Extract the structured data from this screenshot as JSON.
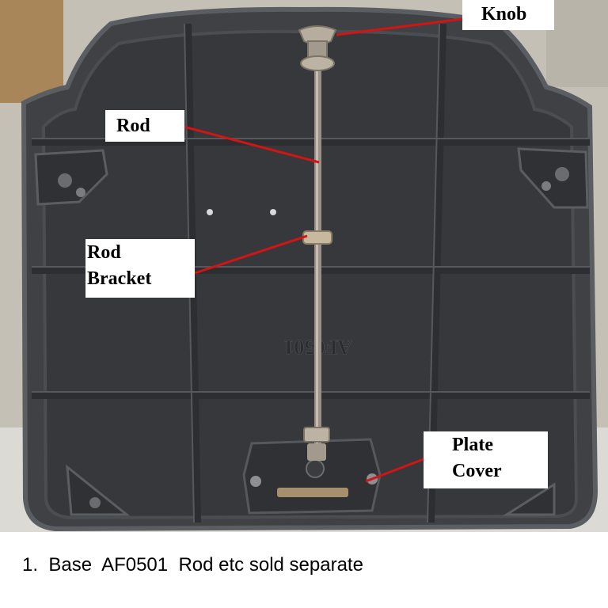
{
  "callouts": {
    "knob": "Knob",
    "rod": "Rod",
    "rod_bracket_line1": "Rod",
    "rod_bracket_line2": "Bracket",
    "plate_cover_line1": "Plate",
    "plate_cover_line2": "Cover"
  },
  "casting_mark": "AF0501",
  "caption": "1.  Base  AF0501  Rod etc sold separate",
  "colors": {
    "casting": "#3b3d41",
    "casting_rim": "#55585c",
    "rib": "#2f3135",
    "rod": "#9a9088",
    "leader_line": "#d11515",
    "floor": "#c9c5bd"
  }
}
